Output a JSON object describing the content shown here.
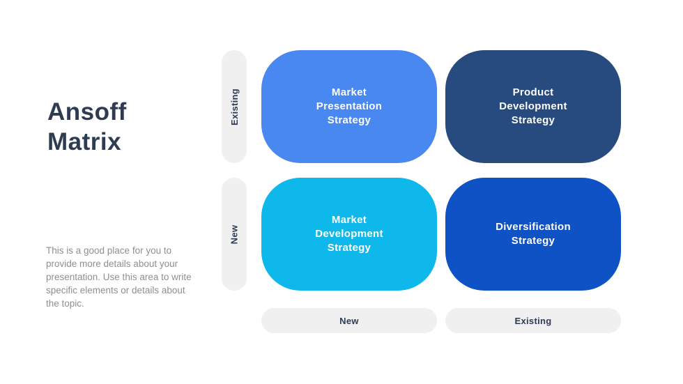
{
  "slide": {
    "title": "Ansoff\nMatrix",
    "description": "This is a good place for you to provide more details about your presentation. Use this area to write specific elements or details about the topic."
  },
  "matrix": {
    "row_labels": [
      {
        "label": "Existing"
      },
      {
        "label": "New"
      }
    ],
    "col_labels": [
      {
        "label": "New"
      },
      {
        "label": "Existing"
      }
    ],
    "quadrants": [
      {
        "label": "Market\nPresentation\nStrategy",
        "color": "#4a88f1"
      },
      {
        "label": "Product\nDevelopment\nStrategy",
        "color": "#274b7e"
      },
      {
        "label": "Market\nDevelopment\nStrategy",
        "color": "#0fb8eb"
      },
      {
        "label": "Diversification\nStrategy",
        "color": "#0e52c6"
      }
    ]
  },
  "colors": {
    "background": "#ffffff",
    "title_text": "#2f3b51",
    "description_text": "#8f8f8f",
    "pill_background": "#f0f0f0",
    "pill_text": "#2f3b51",
    "quadrant_text": "#ffffff"
  }
}
